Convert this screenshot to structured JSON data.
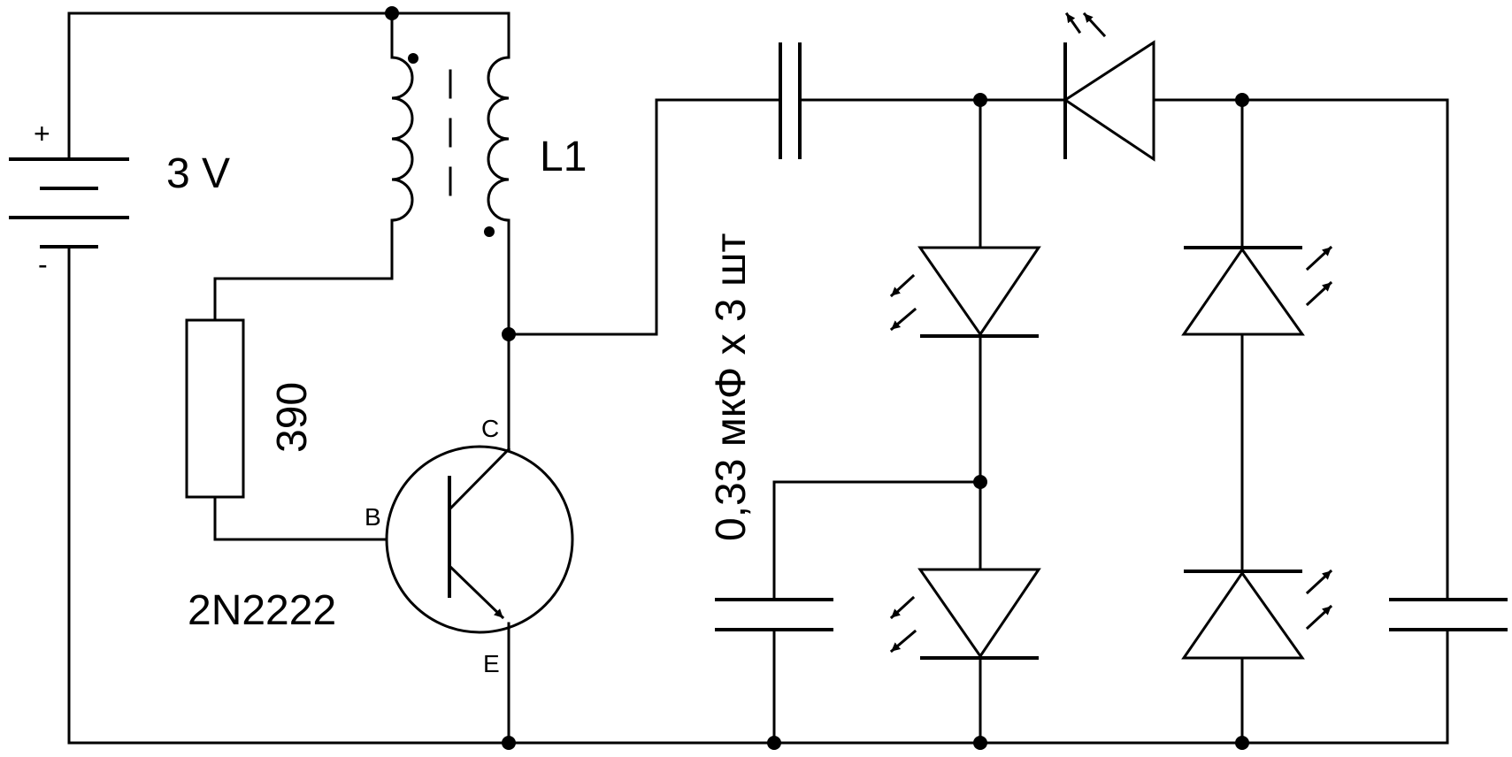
{
  "battery": {
    "plus": "+",
    "minus": "-",
    "voltage": "3 V"
  },
  "transformer": {
    "label": "L1"
  },
  "resistor": {
    "value": "390"
  },
  "transistor": {
    "model": "2N2222",
    "pin_c": "C",
    "pin_b": "B",
    "pin_e": "E"
  },
  "capacitors": {
    "label": "0,33 мкФ х 3 шт"
  },
  "colors": {
    "line": "#000000",
    "background": "#ffffff"
  }
}
